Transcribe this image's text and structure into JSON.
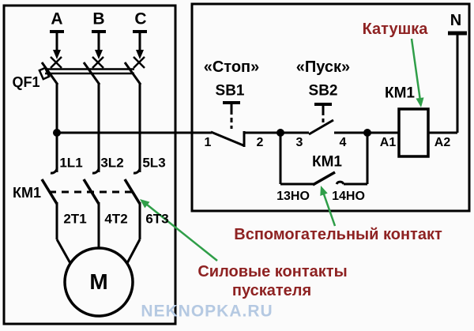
{
  "colors": {
    "wire": "#000000",
    "annotation": "#8e2222",
    "arrow_green": "#2f9e48",
    "watermark": "#b5c9e2",
    "background": "#fbfbfb"
  },
  "power_circuit": {
    "phases": [
      "A",
      "B",
      "C"
    ],
    "breaker_label": "QF1",
    "contactor_label": "КМ1",
    "upper_terminals": [
      "1L1",
      "3L2",
      "5L3"
    ],
    "lower_terminals": [
      "2T1",
      "4T2",
      "6T3"
    ],
    "motor_label": "M"
  },
  "control_circuit": {
    "stop_caption": "«Стоп»",
    "stop_button_label": "SB1",
    "start_caption": "«Пуск»",
    "start_button_label": "SB2",
    "coil_label": "КМ1",
    "neutral_label": "N",
    "wire_terminals": [
      "1",
      "2",
      "3",
      "4"
    ],
    "coil_terminals": [
      "A1",
      "A2"
    ],
    "aux_contact_label": "КМ1",
    "aux_terminals": [
      "13НО",
      "14НО"
    ]
  },
  "annotations": {
    "coil_callout": "Катушка",
    "aux_contact_callout": "Вспомогательный контакт",
    "power_contacts_callout_line1": "Силовые контакты",
    "power_contacts_callout_line2": "пускателя"
  },
  "watermark": "NEKNOPKA.RU"
}
